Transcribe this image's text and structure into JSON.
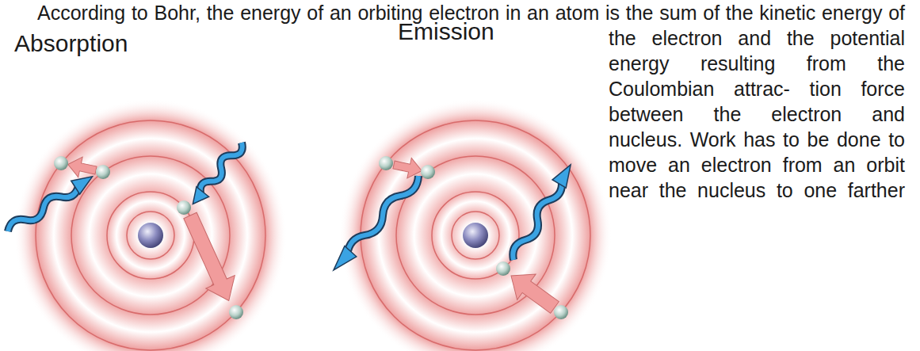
{
  "diagram": {
    "labels": [
      "Absorption",
      "Emission",
      "According to Bohr, the energy of an orbiting electron in an atom is the sum of the kinetic energy of the electron and the potential energy resulting from the Coulombian attrac- tion force between the electron and nucleus. Work has to be done to move an electron from an orbit near the nucleus to one farther"
    ]
  }
}
